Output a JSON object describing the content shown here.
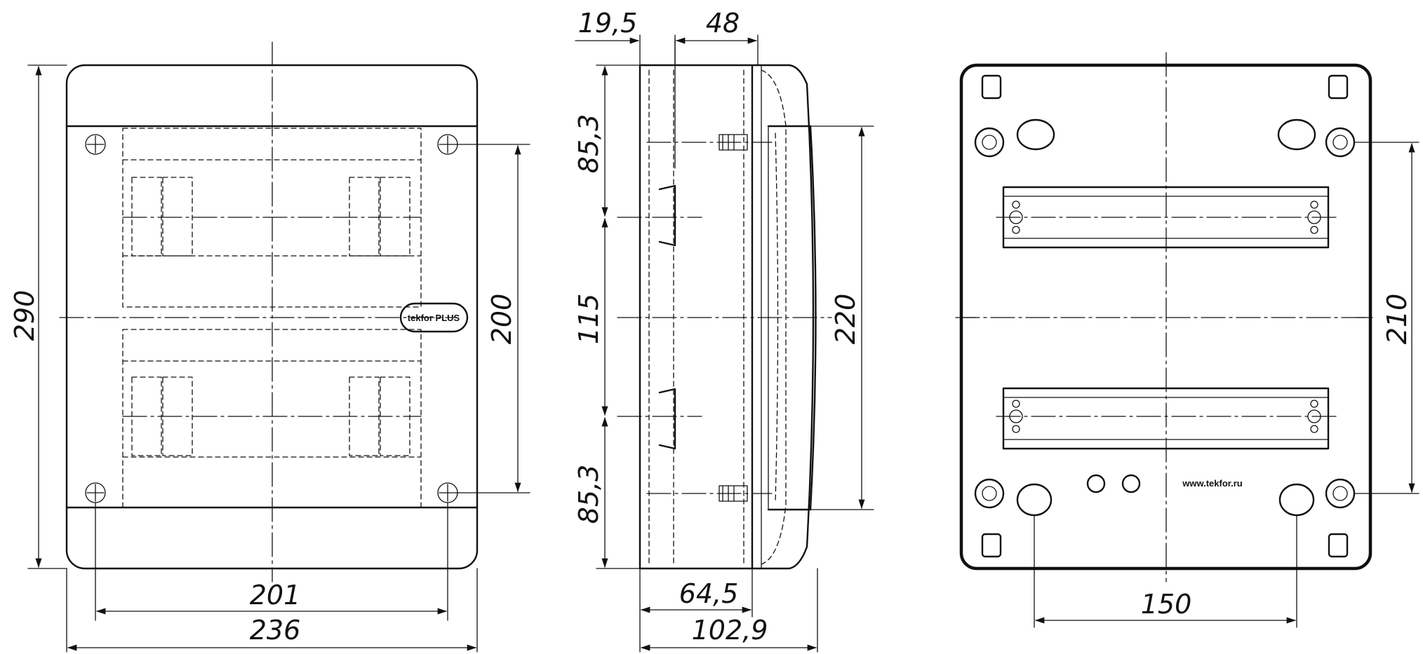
{
  "front": {
    "width_outer": "236",
    "width_mount": "201",
    "height": "290",
    "height_mount": "200",
    "logo": "tekfor PLUS"
  },
  "side": {
    "top_a": "19,5",
    "top_b": "48",
    "seg_top": "85,3",
    "seg_mid": "115",
    "seg_bot": "85,3",
    "height_door": "220",
    "depth_inner": "64,5",
    "depth_total": "102,9"
  },
  "back": {
    "rail_spacing": "210",
    "hole_spacing": "150",
    "website": "www.tekfor.ru"
  }
}
